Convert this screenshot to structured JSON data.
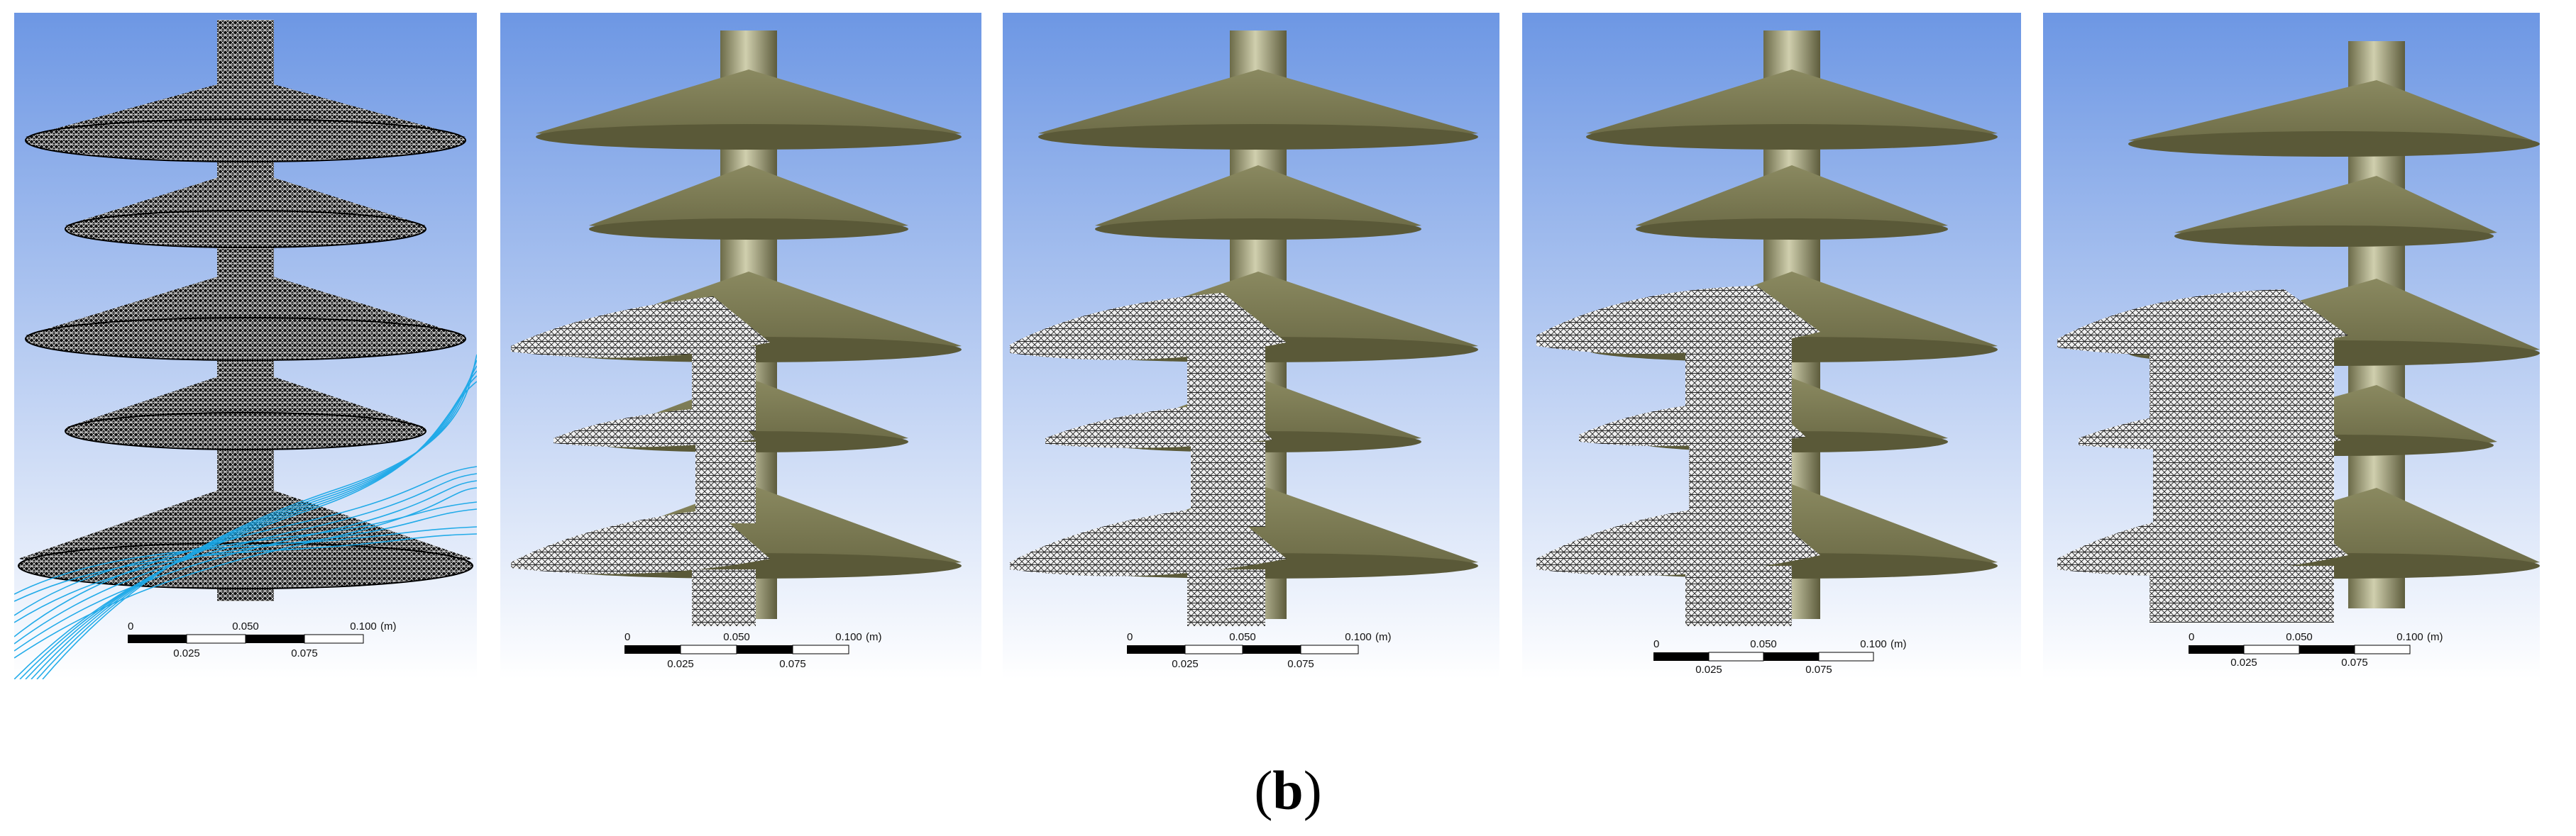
{
  "caption": {
    "open": "(",
    "letter": "b",
    "close": ")"
  },
  "scale_bar": {
    "top_labels": [
      "0",
      "0.050",
      "0.100"
    ],
    "unit": "(m)",
    "bottom_labels": [
      "0.025",
      "0.075"
    ]
  },
  "panels": [
    {
      "name": "mesh-panel",
      "type": "mesh"
    },
    {
      "name": "icing-stage-1",
      "type": "iced",
      "stage": 1
    },
    {
      "name": "icing-stage-2",
      "type": "iced",
      "stage": 2
    },
    {
      "name": "icing-stage-3",
      "type": "iced",
      "stage": 3
    },
    {
      "name": "icing-stage-4",
      "type": "iced",
      "stage": 4
    }
  ],
  "colors": {
    "bg_top": "#6d97e4",
    "bg_bottom": "#ffffff",
    "insulator": "#7c7b55",
    "insulator_light": "#b8b792",
    "mesh_dark": "#1a1a1a",
    "streamline": "#19a8e8",
    "ice_mesh": "#dcdcdc"
  }
}
